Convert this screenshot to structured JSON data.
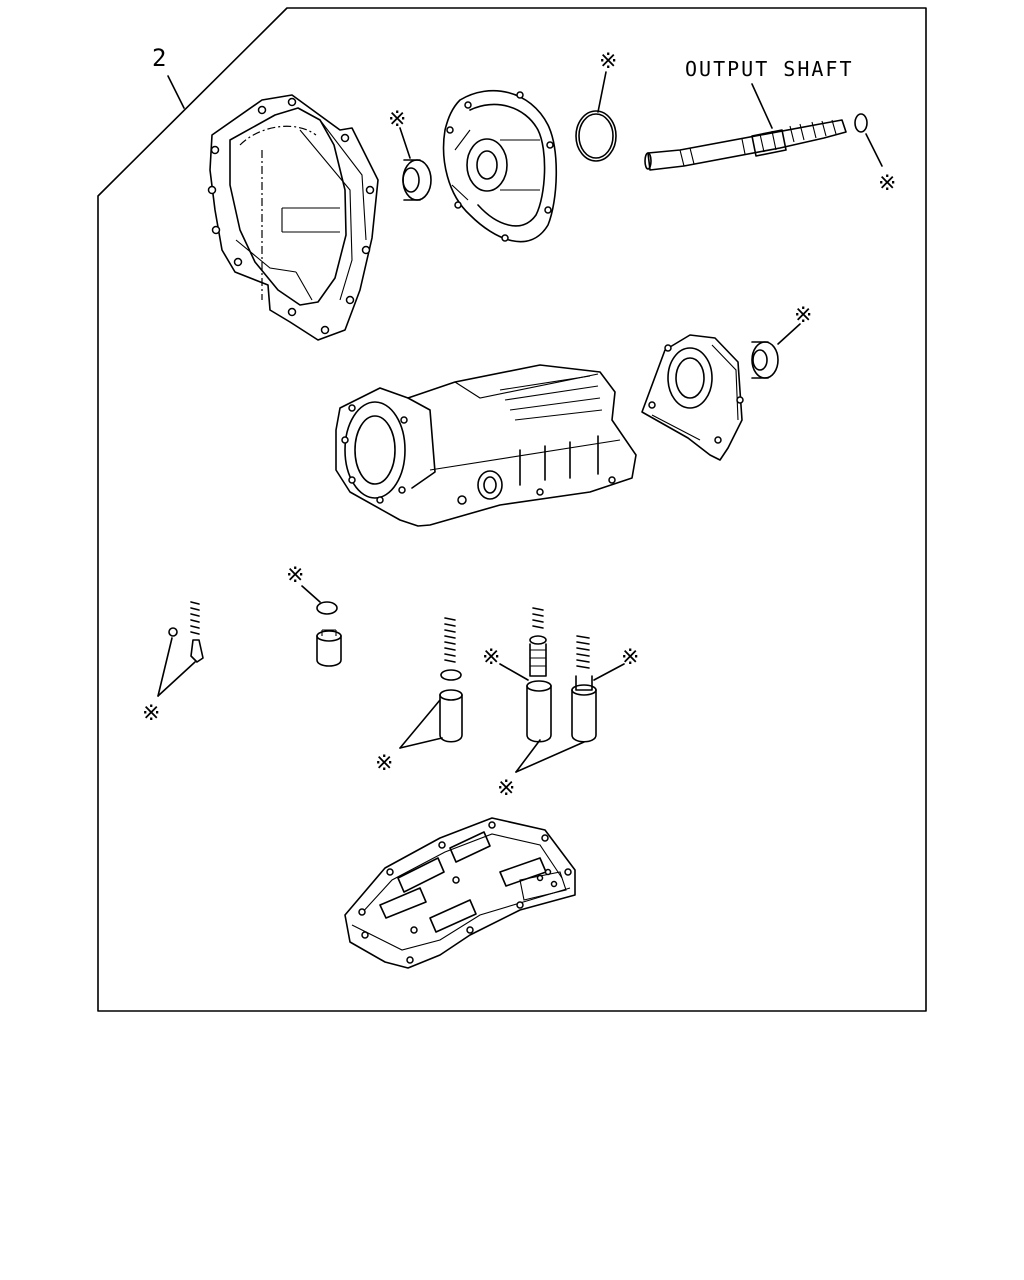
{
  "diagram": {
    "callout_number": "2",
    "output_shaft_label": "OUTPUT SHAFT",
    "asterisk": "※",
    "colors": {
      "line": "#000000",
      "background": "#ffffff"
    },
    "parts": [
      "converter-housing",
      "oil-pump-seal",
      "oil-pump",
      "snap-ring",
      "output-shaft",
      "output-shaft-o-ring",
      "transmission-case",
      "extension-housing",
      "extension-housing-seal",
      "check-ball-and-spring",
      "accumulator-piston-small",
      "accumulator-piston-1",
      "accumulator-piston-2",
      "accumulator-piston-3",
      "valve-body"
    ]
  }
}
